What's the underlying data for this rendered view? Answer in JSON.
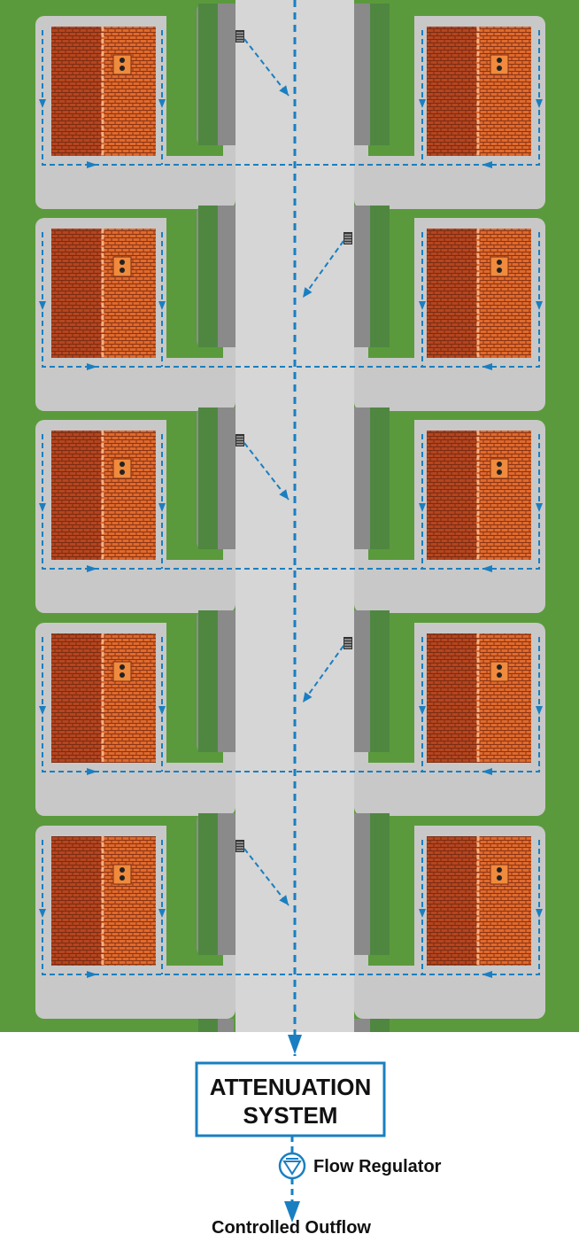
{
  "colors": {
    "grass": "#5a9a3c",
    "road": "#d6d6d6",
    "driveway": "#c8c8c8",
    "hedge": "#4f8741",
    "hedge_dark": "#3b6b30",
    "curb": "#8e8e8e",
    "roof_dark": "#b5451f",
    "roof_light": "#e06a2c",
    "roof_lines": "#7a2c12",
    "ridge": "#f7b084",
    "flow": "#1a7fc1",
    "box_border": "#1a7fc1",
    "label_text": "#111111"
  },
  "icons": {
    "drain": "gully-drain-icon",
    "arrow": "flow-arrow-icon",
    "regulator": "flow-regulator-icon"
  },
  "attenuation": {
    "line1": "ATTENUATION",
    "line2": "SYSTEM"
  },
  "flow_regulator_label": "Flow Regulator",
  "outflow_label": "Controlled Outflow"
}
